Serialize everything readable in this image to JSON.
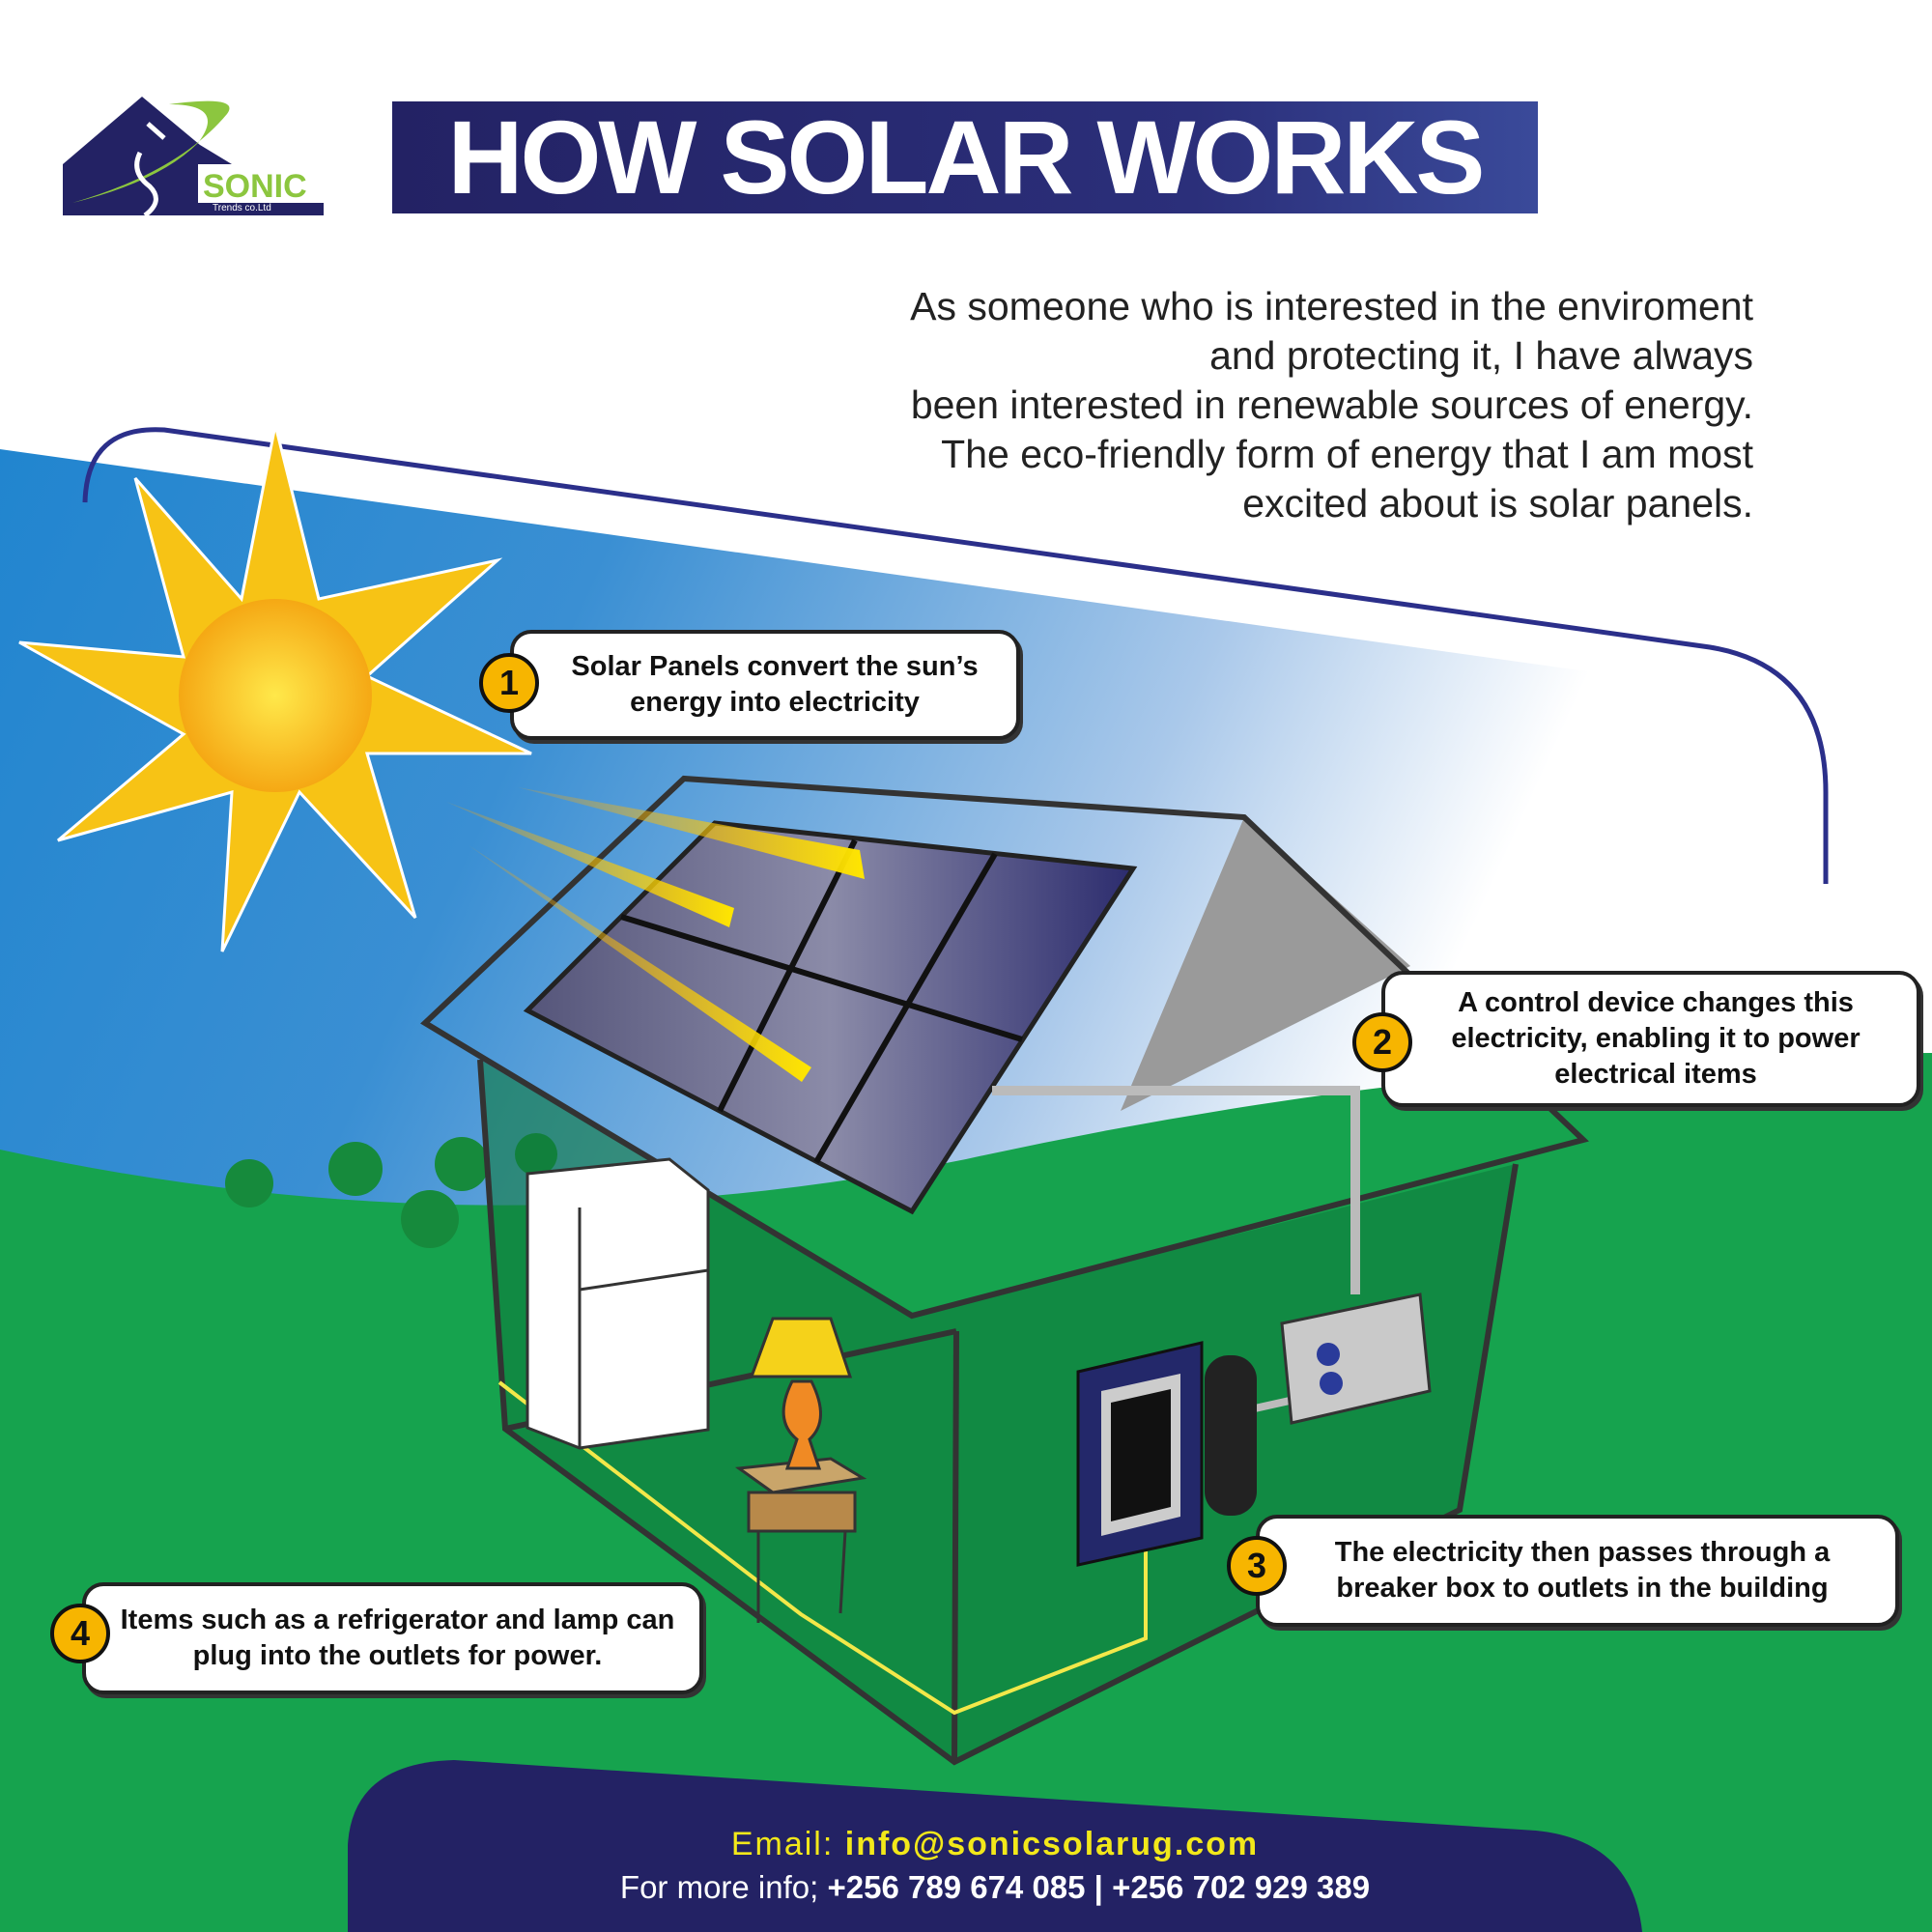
{
  "logo": {
    "brand": "SONIC",
    "sub": "Trends co.Ltd"
  },
  "title": "HOW SOLAR WORKS",
  "intro": [
    "As someone who is interested in the enviroment",
    "and protecting it, I have always",
    "been interested in renewable sources of energy.",
    "The eco-friendly form of energy that I am most",
    "excited about is solar panels."
  ],
  "steps": [
    {
      "num": "1",
      "text": "Solar Panels convert the sun’s energy into electricity"
    },
    {
      "num": "2",
      "text": "A control device changes this electricity, enabling it to power electrical items"
    },
    {
      "num": "3",
      "text": "The electricity then passes through a breaker box to outlets in the building"
    },
    {
      "num": "4",
      "text": "Items such as a refrigerator and lamp can plug into the outlets for power."
    }
  ],
  "footer": {
    "email_label": "Email:",
    "email": "info@sonicsolarug.com",
    "info_label": "For more info;",
    "phones": "+256 789 674 085 | +256 702 929 389"
  },
  "colors": {
    "navy": "#232264",
    "green": "#1a9e4a",
    "sun": "#f7b500",
    "sky": "#2a8bd0",
    "logo_green": "#8cc63f"
  }
}
